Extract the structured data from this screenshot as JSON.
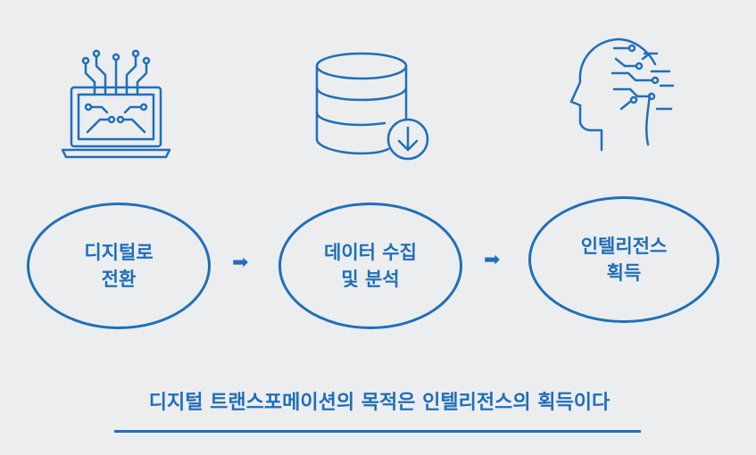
{
  "accent_color": "#1f6fb8",
  "icons": [
    {
      "name": "circuit-laptop-icon"
    },
    {
      "name": "database-download-icon"
    },
    {
      "name": "ai-head-icon"
    }
  ],
  "steps": [
    {
      "line1": "디지털로",
      "line2": "전환"
    },
    {
      "line1": "데이터 수집",
      "line2": "및 분석"
    },
    {
      "line1": "인텔리전스",
      "line2": "획득"
    }
  ],
  "arrow_glyph": "➡",
  "caption": "디지털 트랜스포메이션의 목적은 인텔리전스의 획득이다"
}
